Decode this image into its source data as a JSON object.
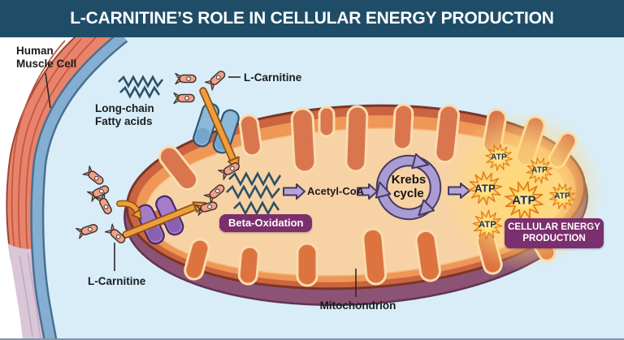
{
  "header": {
    "title": "L-CARNITINE’S ROLE IN CELLULAR ENERGY PRODUCTION"
  },
  "labels": {
    "cell": {
      "line1": "Human",
      "line2": "Muscle Cell"
    },
    "fatty_acids": {
      "line1": "Long-chain",
      "line2": "Fatty acids"
    },
    "l_carnitine_top": "L-Carnitine",
    "l_carnitine_bottom": "L-Carnitine",
    "beta_oxidation": "Beta-Oxidation",
    "acetyl_coa": "Acetyl-CoA",
    "krebs": {
      "line1": "Krebs",
      "line2": "cycle"
    },
    "atp": "ATP",
    "energy_badge": {
      "line1": "CELLULAR ENERGY",
      "line2": "PRODUCTION"
    },
    "mitochondrion": "Mitochondrion"
  },
  "atp_burst_count": 6,
  "colors": {
    "header_bg": "#1f4d68",
    "cell_bg": "#d9edf9",
    "outside_bg": "#ffffff",
    "membrane_blue": "#84aed2",
    "muscle_red": "#e9836c",
    "mito_outer": "#cb6440",
    "mito_band": "#ee9756",
    "mito_matrix": "#f7d2a5",
    "mito_bottom_purple": "#8c5374",
    "badge_purple": "#7b2f6d",
    "arrow_purple": "#b5a5d8",
    "arrow_orange": "#ef9e3e",
    "atp_yellow": "#ffdf7e",
    "zigzag_teal": "#2d5066",
    "capsule_salmon": "#f2a087"
  }
}
